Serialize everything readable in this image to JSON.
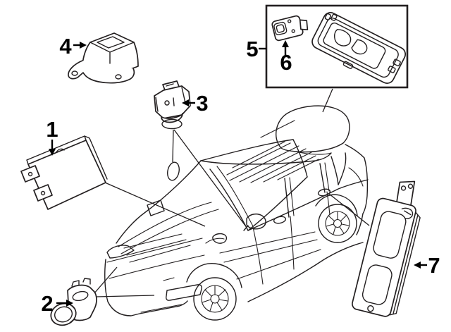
{
  "diagram": {
    "title": "vehicle-electrical-components-parts-diagram",
    "colors": {
      "background": "#ffffff",
      "line": "#231f20",
      "label": "#000000"
    },
    "callouts": [
      {
        "label": "1"
      },
      {
        "label": "2"
      },
      {
        "label": "3"
      },
      {
        "label": "4"
      },
      {
        "label": "5"
      },
      {
        "label": "6"
      },
      {
        "label": "7"
      }
    ]
  }
}
